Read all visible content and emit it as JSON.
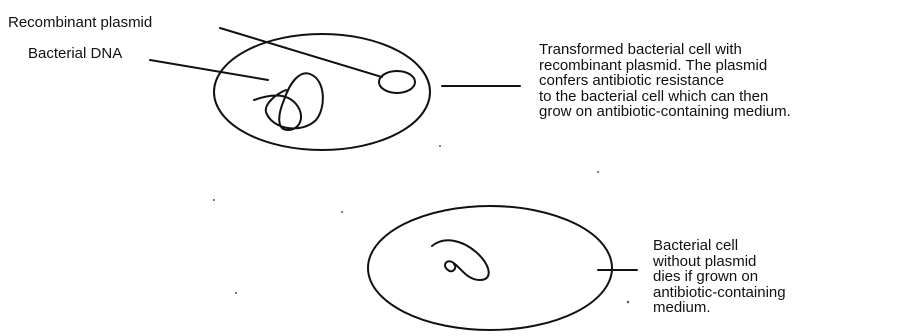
{
  "labels": {
    "recombinant_plasmid": "Recombinant plasmid",
    "bacterial_dna": "Bacterial DNA",
    "transformed_cell": "Transformed bacterial cell with\nrecombinant plasmid. The plasmid\nconfers antibiotic resistance\nto the bacterial cell which can then\ngrow on antibiotic-containing medium.",
    "untransformed_cell": "Bacterial cell\nwithout plasmid\ndies if grown on\nantibiotic-containing\nmedium."
  },
  "colors": {
    "ink": "#111111",
    "background": "#ffffff"
  }
}
